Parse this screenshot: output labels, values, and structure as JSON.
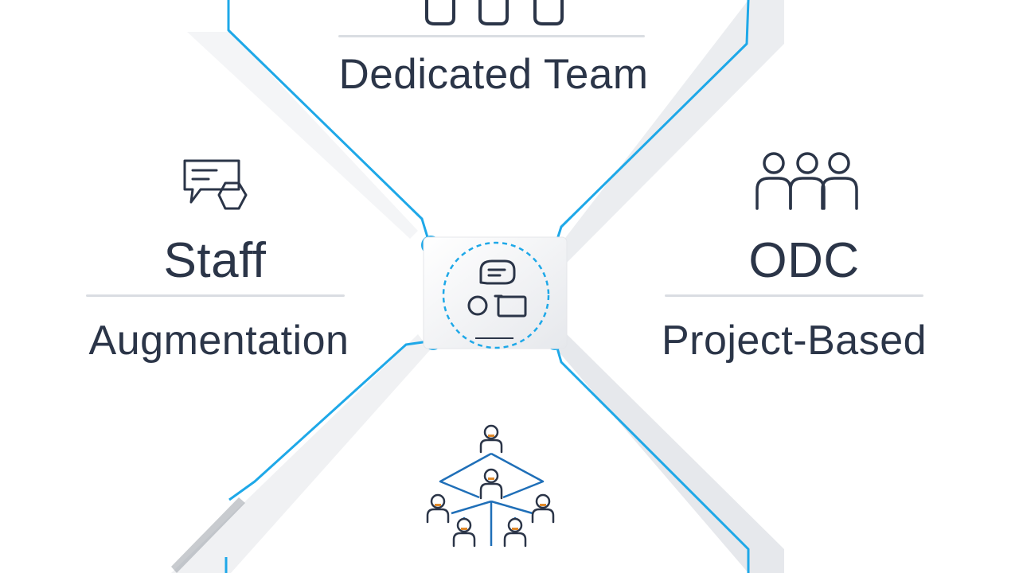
{
  "diagram": {
    "top_label": "Dedicated Team",
    "left_title": "Staff",
    "left_subtitle": "Augmentation",
    "right_title": "ODC",
    "right_subtitle": "Project-Based"
  },
  "icons": {
    "top": "people-silhouettes-icon",
    "left": "chat-and-person-icon",
    "right": "group-of-three-people-icon",
    "center": "consulting-hub-icon",
    "bottom": "organization-hierarchy-icon"
  },
  "colors": {
    "accent": "#1ea8e8",
    "text": "#2b3548",
    "rule": "#dadde2",
    "highlight": "#e08a2c"
  }
}
